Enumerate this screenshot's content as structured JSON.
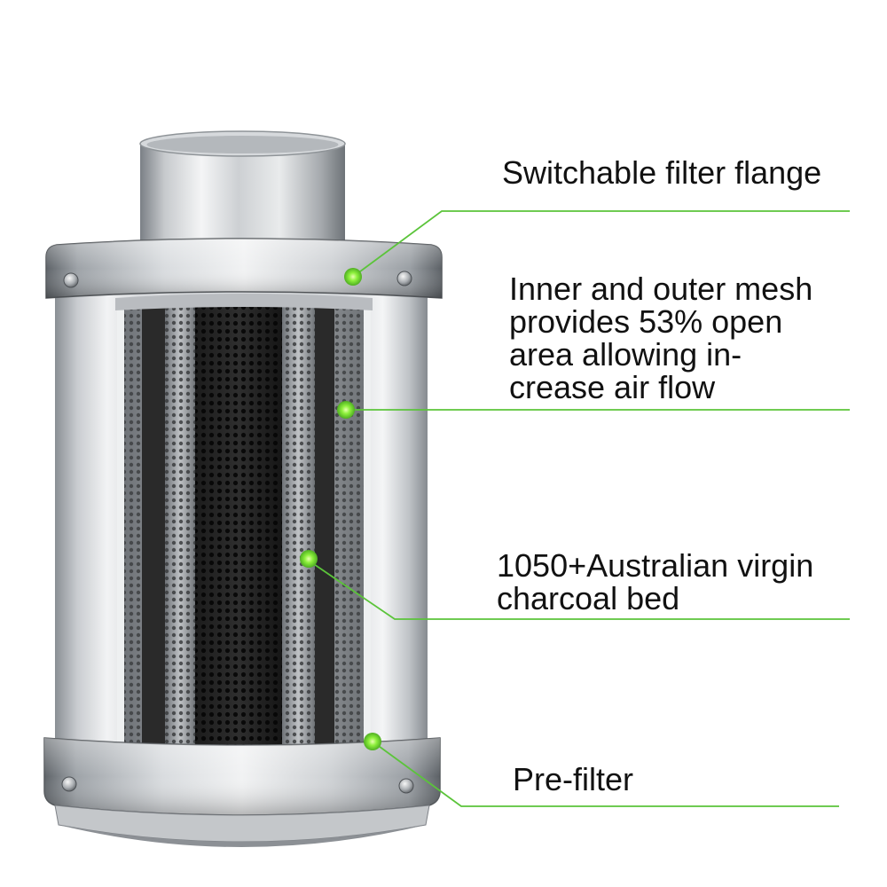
{
  "callouts": [
    {
      "id": "flange",
      "lines": [
        "Switchable filter flange"
      ]
    },
    {
      "id": "mesh",
      "lines": [
        "Inner and outer mesh",
        "provides 53% open",
        "area allowing in-",
        "crease air flow"
      ]
    },
    {
      "id": "charcoal",
      "lines": [
        "1050+Australian virgin",
        "charcoal bed"
      ]
    },
    {
      "id": "prefilter",
      "lines": [
        "Pre-filter"
      ]
    }
  ],
  "colors": {
    "accent": "#5bc43a",
    "dot": "#8df03c",
    "text": "#111111"
  }
}
